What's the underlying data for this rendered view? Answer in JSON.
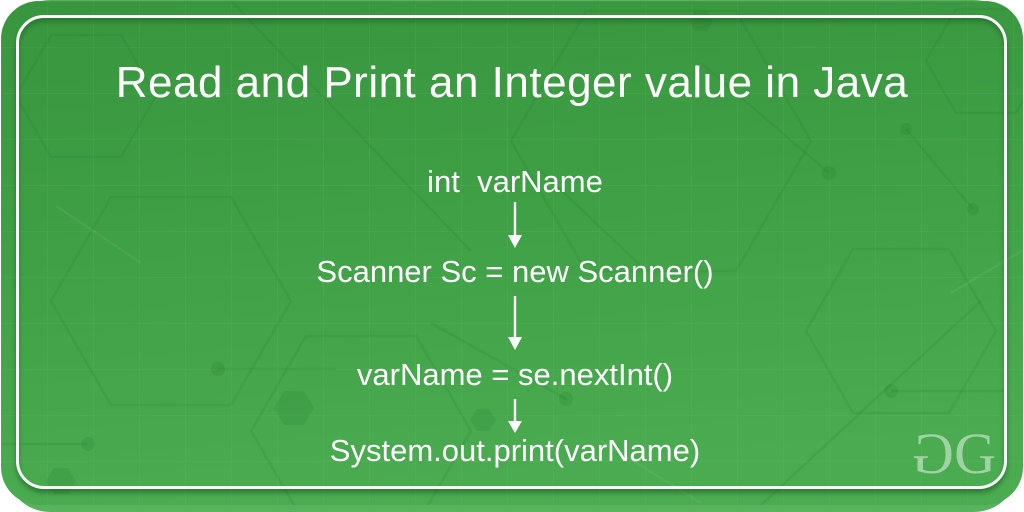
{
  "card": {
    "title": "Read and Print an Integer value in Java"
  },
  "flow": {
    "steps": [
      {
        "text": "int  varName"
      },
      {
        "text": "Scanner Sc = new Scanner()"
      },
      {
        "text": "varName = se.nextInt()"
      },
      {
        "text": "System.out.print(varName)"
      }
    ]
  },
  "logo": {
    "first_glyph": "G",
    "second_glyph": "G"
  },
  "colors": {
    "card_green_top": "#38963e",
    "card_green_mid": "#3f9f45",
    "card_green_bottom": "#4aab50",
    "back_card_green": "#58b25e",
    "border_white": "#ffffff",
    "text_white": "#ffffff"
  }
}
